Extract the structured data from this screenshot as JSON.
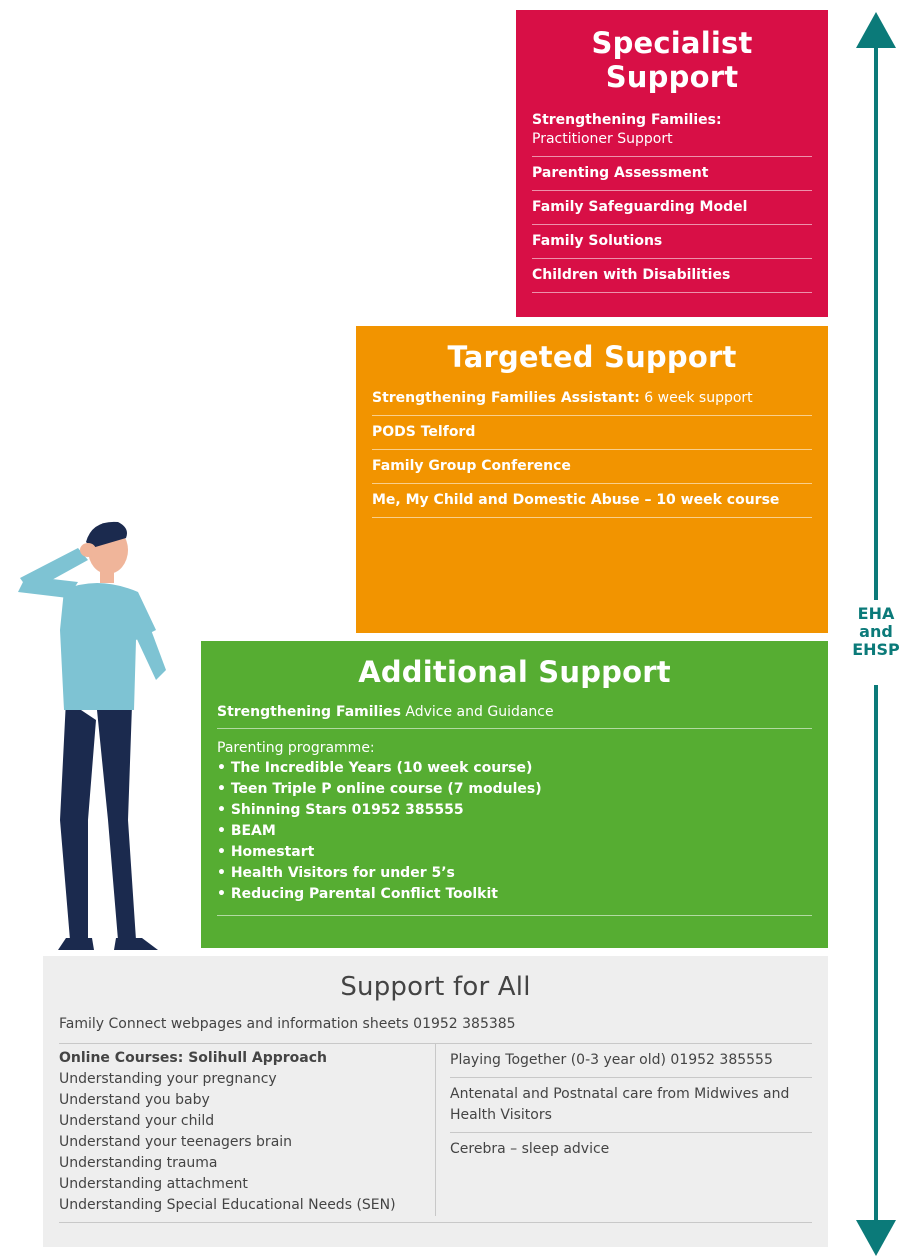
{
  "specialist": {
    "title": "Specialist Support",
    "color": "#d80f46",
    "items": [
      {
        "bold": "Strengthening Families:",
        "line2": "Practitioner Support"
      },
      {
        "bold": "Parenting Assessment"
      },
      {
        "bold": "Family Safeguarding Model"
      },
      {
        "bold": "Family Solutions"
      },
      {
        "bold": "Children with Disabilities"
      }
    ]
  },
  "targeted": {
    "title": "Targeted Support",
    "color": "#f29400",
    "items": [
      {
        "bold": "Strengthening Families Assistant:",
        "normal": " 6 week support"
      },
      {
        "bold": "PODS Telford"
      },
      {
        "bold": "Family Group Conference"
      },
      {
        "bold": "Me, My Child and Domestic Abuse – 10 week course"
      }
    ]
  },
  "additional": {
    "title": "Additional Support",
    "color": "#56ad32",
    "first": {
      "bold": "Strengthening Families",
      "normal": " Advice and Guidance"
    },
    "programme_label": "Parenting programme:",
    "programmes": [
      "• The Incredible Years (10 week course)",
      "• Teen Triple P online course (7 modules)",
      "• Shinning Stars 01952 385555",
      "• BEAM",
      "• Homestart",
      "• Health Visitors for under 5’s",
      "• Reducing Parental Conflict Toolkit"
    ]
  },
  "all": {
    "title": "Support for All",
    "intro": "Family Connect webpages and information sheets 01952 385385",
    "courses_label": "Online Courses: Solihull Approach",
    "courses": [
      "Understanding your pregnancy",
      "Understand you baby",
      "Understand your child",
      "Understand your teenagers brain",
      "Understanding trauma",
      "Understanding attachment",
      "Understanding Special Educational Needs (SEN)"
    ],
    "right_items": [
      "Playing Together (0-3 year old) 01952 385555",
      "Antenatal and Postnatal care from Midwives and Health Visitors",
      "Cerebra – sleep advice"
    ]
  },
  "arrow": {
    "label_line1": "EHA",
    "label_line2": "and",
    "label_line3": "EHSP",
    "color": "#0b7a79"
  }
}
